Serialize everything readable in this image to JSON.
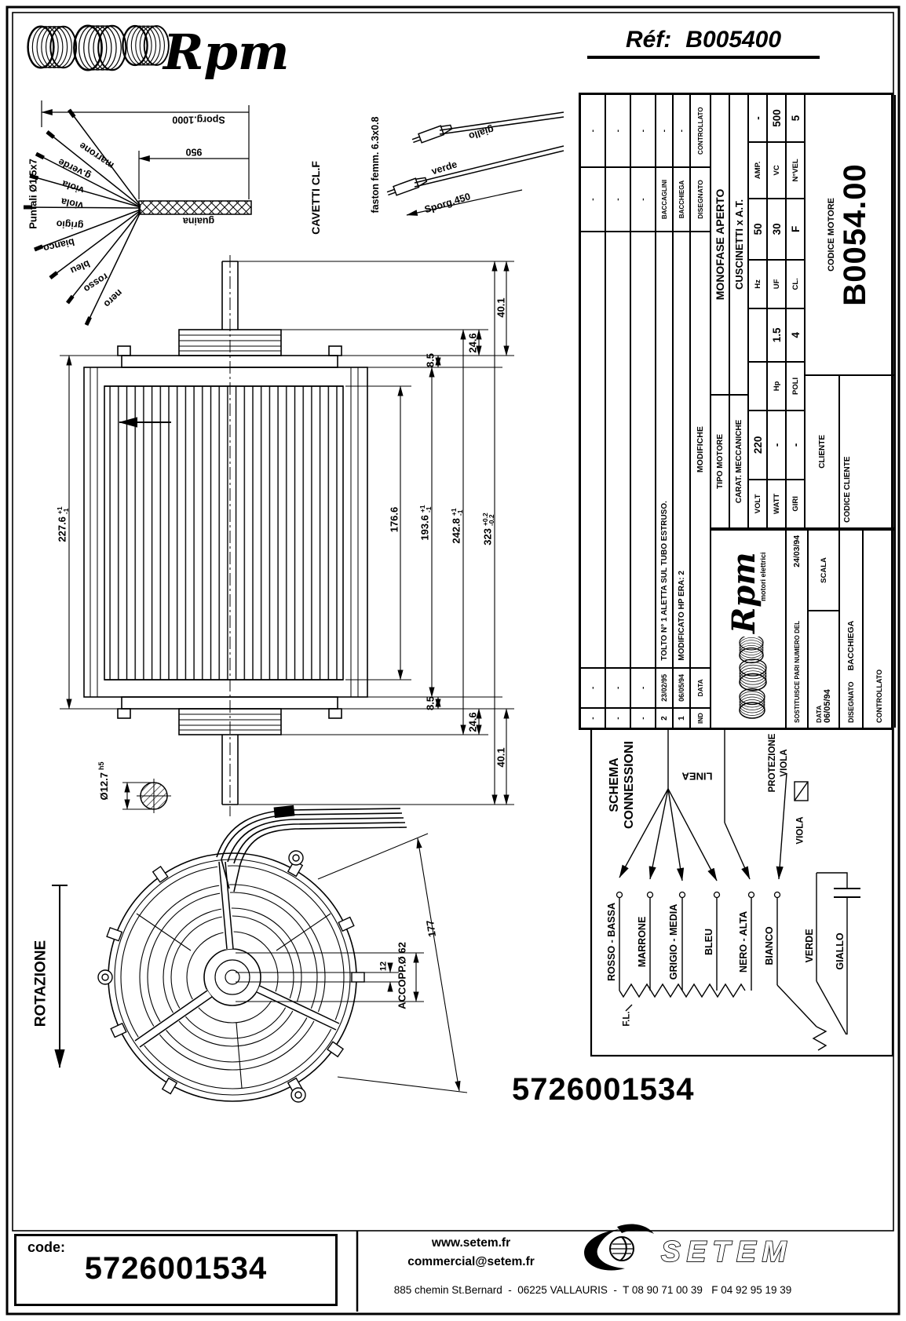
{
  "header": {
    "brand": "Rpm",
    "ref_label": "Réf:",
    "ref_value": "B005400"
  },
  "cable_figure": {
    "puntali": "Puntali Ø1.5x7",
    "sporg_1000": "Sporg.1000",
    "dim_950": "950",
    "guaina": "guaina",
    "wires": [
      "marrone",
      "g.verde",
      "viola",
      "viola",
      "grigio",
      "bianco",
      "bleu",
      "rosso",
      "nero"
    ],
    "cavetti": "CAVETTI CL.F",
    "faston": "faston femm. 6.3x0.8",
    "giallo": "giallo",
    "verde": "verde",
    "sporg_450": "Sporg.450"
  },
  "side_view": {
    "dim_2276": "227.6",
    "dim_1766": "176.6",
    "dim_1936": "193.6",
    "dim_2428": "242.8",
    "dim_323": "323",
    "tol_p1": "+1",
    "tol_m1": "-1",
    "tol_p02": "+0.2",
    "tol_m02": "-0.2",
    "dim_401": "40.1",
    "dim_246": "24.6",
    "dim_85": "8.5",
    "shaft_dia": "Ø12.7",
    "shaft_fit": "h5"
  },
  "front_view": {
    "rotazione": "ROTAZIONE",
    "accopp": "ACCOPP.Ø 62",
    "dim_12": "12",
    "dim_177": "177",
    "part_number": "5726001534"
  },
  "title_block": {
    "revisions": [
      {
        "ind": "-",
        "date": "-",
        "desc": "",
        "name_d": "-",
        "name_c": "-"
      },
      {
        "ind": "-",
        "date": "-",
        "desc": "",
        "name_d": "-",
        "name_c": "-"
      },
      {
        "ind": "-",
        "date": "-",
        "desc": "",
        "name_d": "-",
        "name_c": "-"
      },
      {
        "ind": "2",
        "date": "23/02/95",
        "desc": "TOLTO N° 1 ALETTA SUL TUBO ESTRUSO.",
        "name_d": "BACCAGLINI",
        "name_c": "-"
      },
      {
        "ind": "1",
        "date": "06/05/94",
        "desc": "MODIFICATO HP ERA: 2",
        "name_d": "BACCHIEGA",
        "name_c": "-"
      }
    ],
    "rev_headers": {
      "ind": "IND",
      "date": "DATA",
      "modifiche": "MODIFICHE",
      "disegnato": "DISEGNATO",
      "controllato": "CONTROLLATO"
    },
    "logo": {
      "brand": "Rpm",
      "sub": "motori elettrici"
    },
    "tipo_motore": {
      "label": "TIPO MOTORE",
      "value": "MONOFASE APERTO"
    },
    "carat": {
      "label": "CARAT. MECCANICHE",
      "value": "CUSCINETTI x A.T."
    },
    "specs": {
      "volt": {
        "label": "VOLT",
        "value": "220"
      },
      "hz": {
        "label": "Hz",
        "value": "50"
      },
      "amp": {
        "label": "AMP.",
        "value": "-"
      },
      "watt": {
        "label": "WATT",
        "value": "-"
      },
      "hp": {
        "label": "Hp",
        "value": "1.5"
      },
      "uf": {
        "label": "UF",
        "value": "30"
      },
      "vc": {
        "label": "VC",
        "value": "500"
      },
      "giri": {
        "label": "GIRI",
        "value": "-"
      },
      "poli": {
        "label": "POLI",
        "value": "4"
      },
      "cl": {
        "label": "CL.",
        "value": "F"
      },
      "nvel": {
        "label": "N°VEL",
        "value": "5"
      }
    },
    "sostituisce": {
      "label": "SOSTITUISCE PARI NUMERO DEL",
      "value": "24/03/94"
    },
    "data_row": {
      "label": "DATA",
      "value": "06/05/94"
    },
    "scala_label": "SCALA",
    "disegnato_row": {
      "label": "DISEGNATO",
      "value": "BACCHIEGA"
    },
    "controllato_row": {
      "label": "CONTROLLATO",
      "value": ""
    },
    "cliente_label": "CLIENTE",
    "codice_cliente_label": "CODICE CLIENTE",
    "codice_motore": {
      "label": "CODICE MOTORE",
      "value": "B0054.00"
    }
  },
  "schema": {
    "title_line1": "SCHEMA",
    "title_line2": "CONNESSIONI",
    "linea": "LINEA",
    "protezione": "PROTEZIONE",
    "viola_1": "VIOLA",
    "viola_2": "VIOLA",
    "wires": [
      "ROSSO - BASSA",
      "MARRONE",
      "GRIGIO - MEDIA",
      "BLEU",
      "NERO - ALTA",
      "BIANCO"
    ],
    "fl": "F.L.",
    "verde": "VERDE",
    "giallo": "GIALLO"
  },
  "footer": {
    "code_label": "code:",
    "code_value": "5726001534",
    "website": "www.setem.fr",
    "email": "commercial@setem.fr",
    "address": "885 chemin St.Bernard  -  06225 VALLAURIS  -  T 08 90 71 00 39   F 04 92 95 19 39",
    "setem": "SETEM"
  }
}
